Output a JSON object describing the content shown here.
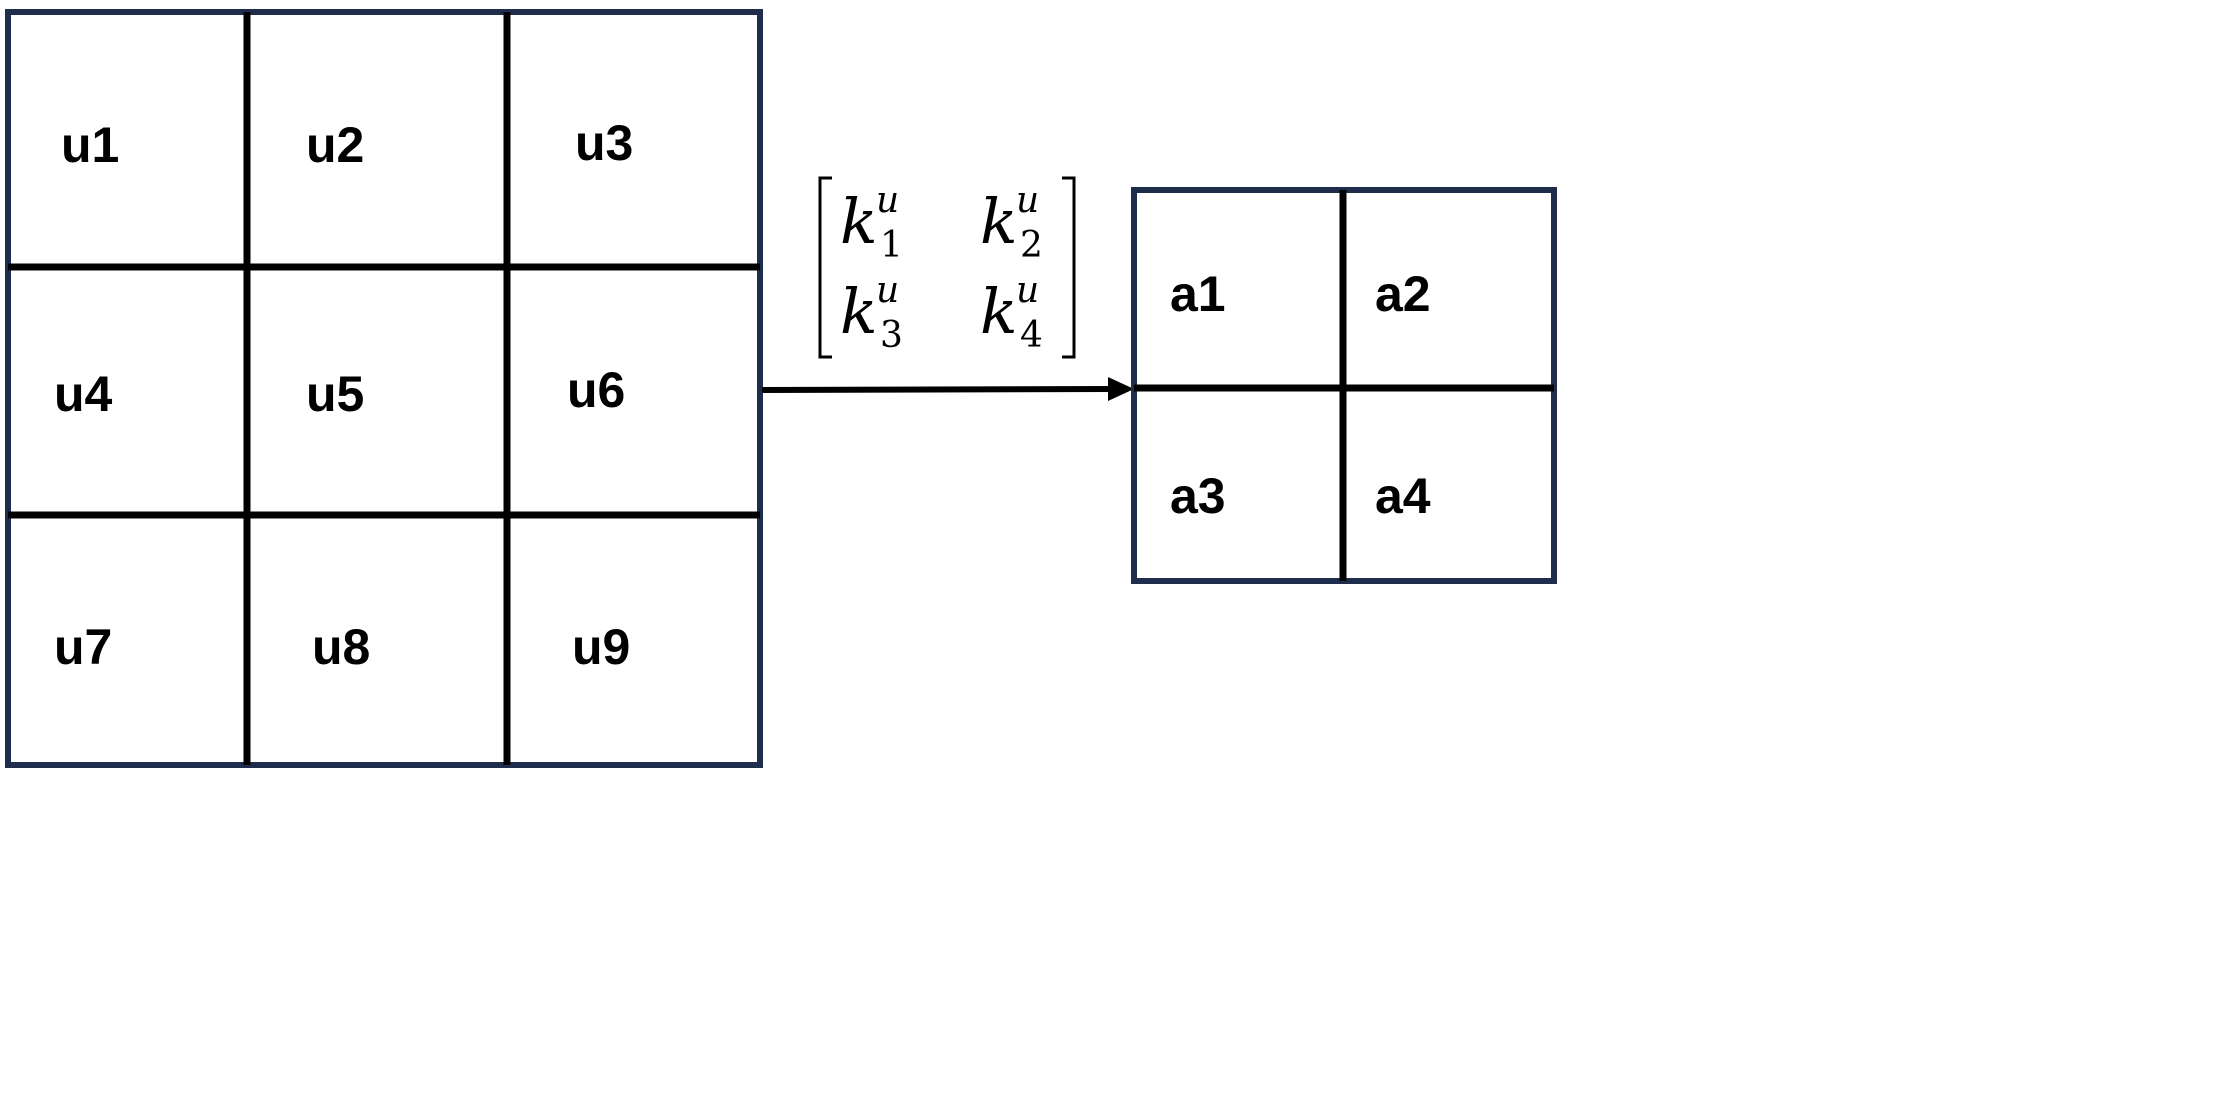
{
  "colors": {
    "frame": "#1f2d4d",
    "grid_lines": "#000000",
    "text": "#000000",
    "background": "#ffffff"
  },
  "input_grid": {
    "rows": 3,
    "cols": 3,
    "cells": [
      "u1",
      "u2",
      "u3",
      "u4",
      "u5",
      "u6",
      "u7",
      "u8",
      "u9"
    ]
  },
  "kernel_matrix": {
    "rows": [
      [
        {
          "base": "k",
          "sub": "1",
          "sup": "u"
        },
        {
          "base": "k",
          "sub": "2",
          "sup": "u"
        }
      ],
      [
        {
          "base": "k",
          "sub": "3",
          "sup": "u"
        },
        {
          "base": "k",
          "sub": "4",
          "sup": "u"
        }
      ]
    ]
  },
  "output_grid": {
    "rows": 2,
    "cols": 2,
    "cells": [
      "a1",
      "a2",
      "a3",
      "a4"
    ]
  },
  "arrow": {
    "icon": "arrow-right-icon"
  }
}
